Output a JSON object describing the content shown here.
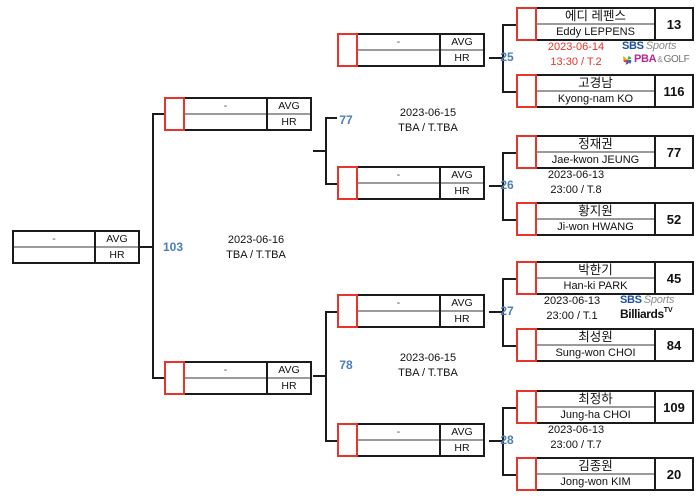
{
  "bracket": {
    "placeholder_name": "-",
    "stat_labels": {
      "avg": "AVG",
      "hr": "HR"
    },
    "champion": {
      "name": "-",
      "avg": "AVG",
      "hr": "HR"
    },
    "final": {
      "number": "103",
      "date": "2023-06-16",
      "time": "TBA / T.TBA",
      "top": {
        "name": "-",
        "avg": "AVG",
        "hr": "HR"
      },
      "bottom": {
        "name": "-",
        "avg": "AVG",
        "hr": "HR"
      }
    },
    "semifinals": [
      {
        "number": "77",
        "date": "2023-06-15",
        "time": "TBA / T.TBA",
        "top": {
          "name": "-",
          "avg": "AVG",
          "hr": "HR"
        },
        "bottom": {
          "name": "-",
          "avg": "AVG",
          "hr": "HR"
        }
      },
      {
        "number": "78",
        "date": "2023-06-15",
        "time": "TBA / T.TBA",
        "top": {
          "name": "-",
          "avg": "AVG",
          "hr": "HR"
        },
        "bottom": {
          "name": "-",
          "avg": "AVG",
          "hr": "HR"
        }
      }
    ],
    "quarterfinals": [
      {
        "number": "25",
        "date": "2023-06-14",
        "time": "13:30 / T.2",
        "date_highlighted": true,
        "broadcasters": [
          "sbs-sports",
          "pba-golf"
        ],
        "players": [
          {
            "name_kr": "에디 레펜스",
            "name_en": "Eddy LEPPENS",
            "score": "13"
          },
          {
            "name_kr": "고경남",
            "name_en": "Kyong-nam KO",
            "score": "116"
          }
        ]
      },
      {
        "number": "26",
        "date": "2023-06-13",
        "time": "23:00 / T.8",
        "date_highlighted": false,
        "broadcasters": [],
        "players": [
          {
            "name_kr": "정재권",
            "name_en": "Jae-kwon JEUNG",
            "score": "77"
          },
          {
            "name_kr": "황지원",
            "name_en": "Ji-won HWANG",
            "score": "52"
          }
        ]
      },
      {
        "number": "27",
        "date": "2023-06-13",
        "time": "23:00 / T.1",
        "date_highlighted": false,
        "broadcasters": [
          "sbs-sports",
          "billiards-tv"
        ],
        "players": [
          {
            "name_kr": "박한기",
            "name_en": "Han-ki PARK",
            "score": "45"
          },
          {
            "name_kr": "최성원",
            "name_en": "Sung-won CHOI",
            "score": "84"
          }
        ]
      },
      {
        "number": "28",
        "date": "2023-06-13",
        "time": "23:00 / T.7",
        "date_highlighted": false,
        "broadcasters": [],
        "players": [
          {
            "name_kr": "최정하",
            "name_en": "Jung-ha CHOI",
            "score": "109"
          },
          {
            "name_kr": "김종원",
            "name_en": "Jong-won KIM",
            "score": "20"
          }
        ]
      }
    ],
    "logos": {
      "sbs_bold": "SBS",
      "sbs_italic": "Sports",
      "pba_text": "PBA",
      "pba_amp": "&",
      "pba_golf": "GOLF",
      "billiards_text": "Billiards",
      "billiards_tv": "TV"
    },
    "colors": {
      "accent_red": "#e8342a",
      "match_number_blue": "#4a7ebb",
      "line_black": "#1b1b1b",
      "divider_gray": "#9b9b9b",
      "sbs_blue": "#1c4f9c",
      "pba_magenta": "#b5289a"
    }
  }
}
